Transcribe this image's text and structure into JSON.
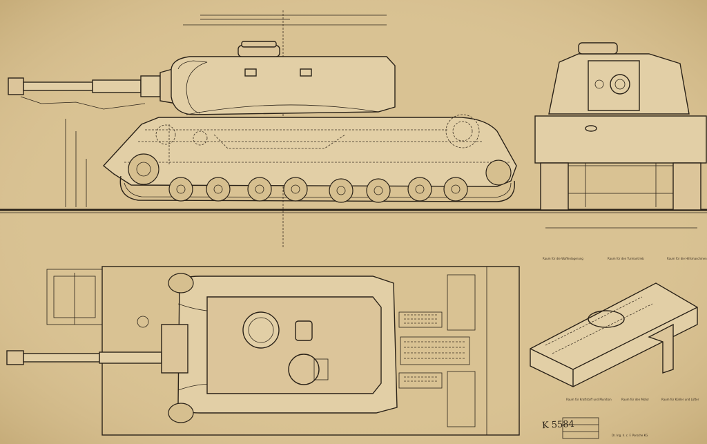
{
  "drawing": {
    "number": "K 5584"
  },
  "colors": {
    "paper": "#d9c293",
    "ink": "#2a2218",
    "hull_fill": "#e2cfa6"
  },
  "labels": {
    "space_1": "Raum für die Waffenlagerung",
    "space_2": "Raum für den Turmantrieb",
    "space_3": "Raum für die Hilfsmaschinen",
    "space_4": "Raum für Kraftstoff und Munition",
    "space_5": "Raum für den Motor",
    "space_6": "Raum für Kühler und Lüfter",
    "signature": "Dr. Ing. h. c. F. Porsche KG"
  }
}
